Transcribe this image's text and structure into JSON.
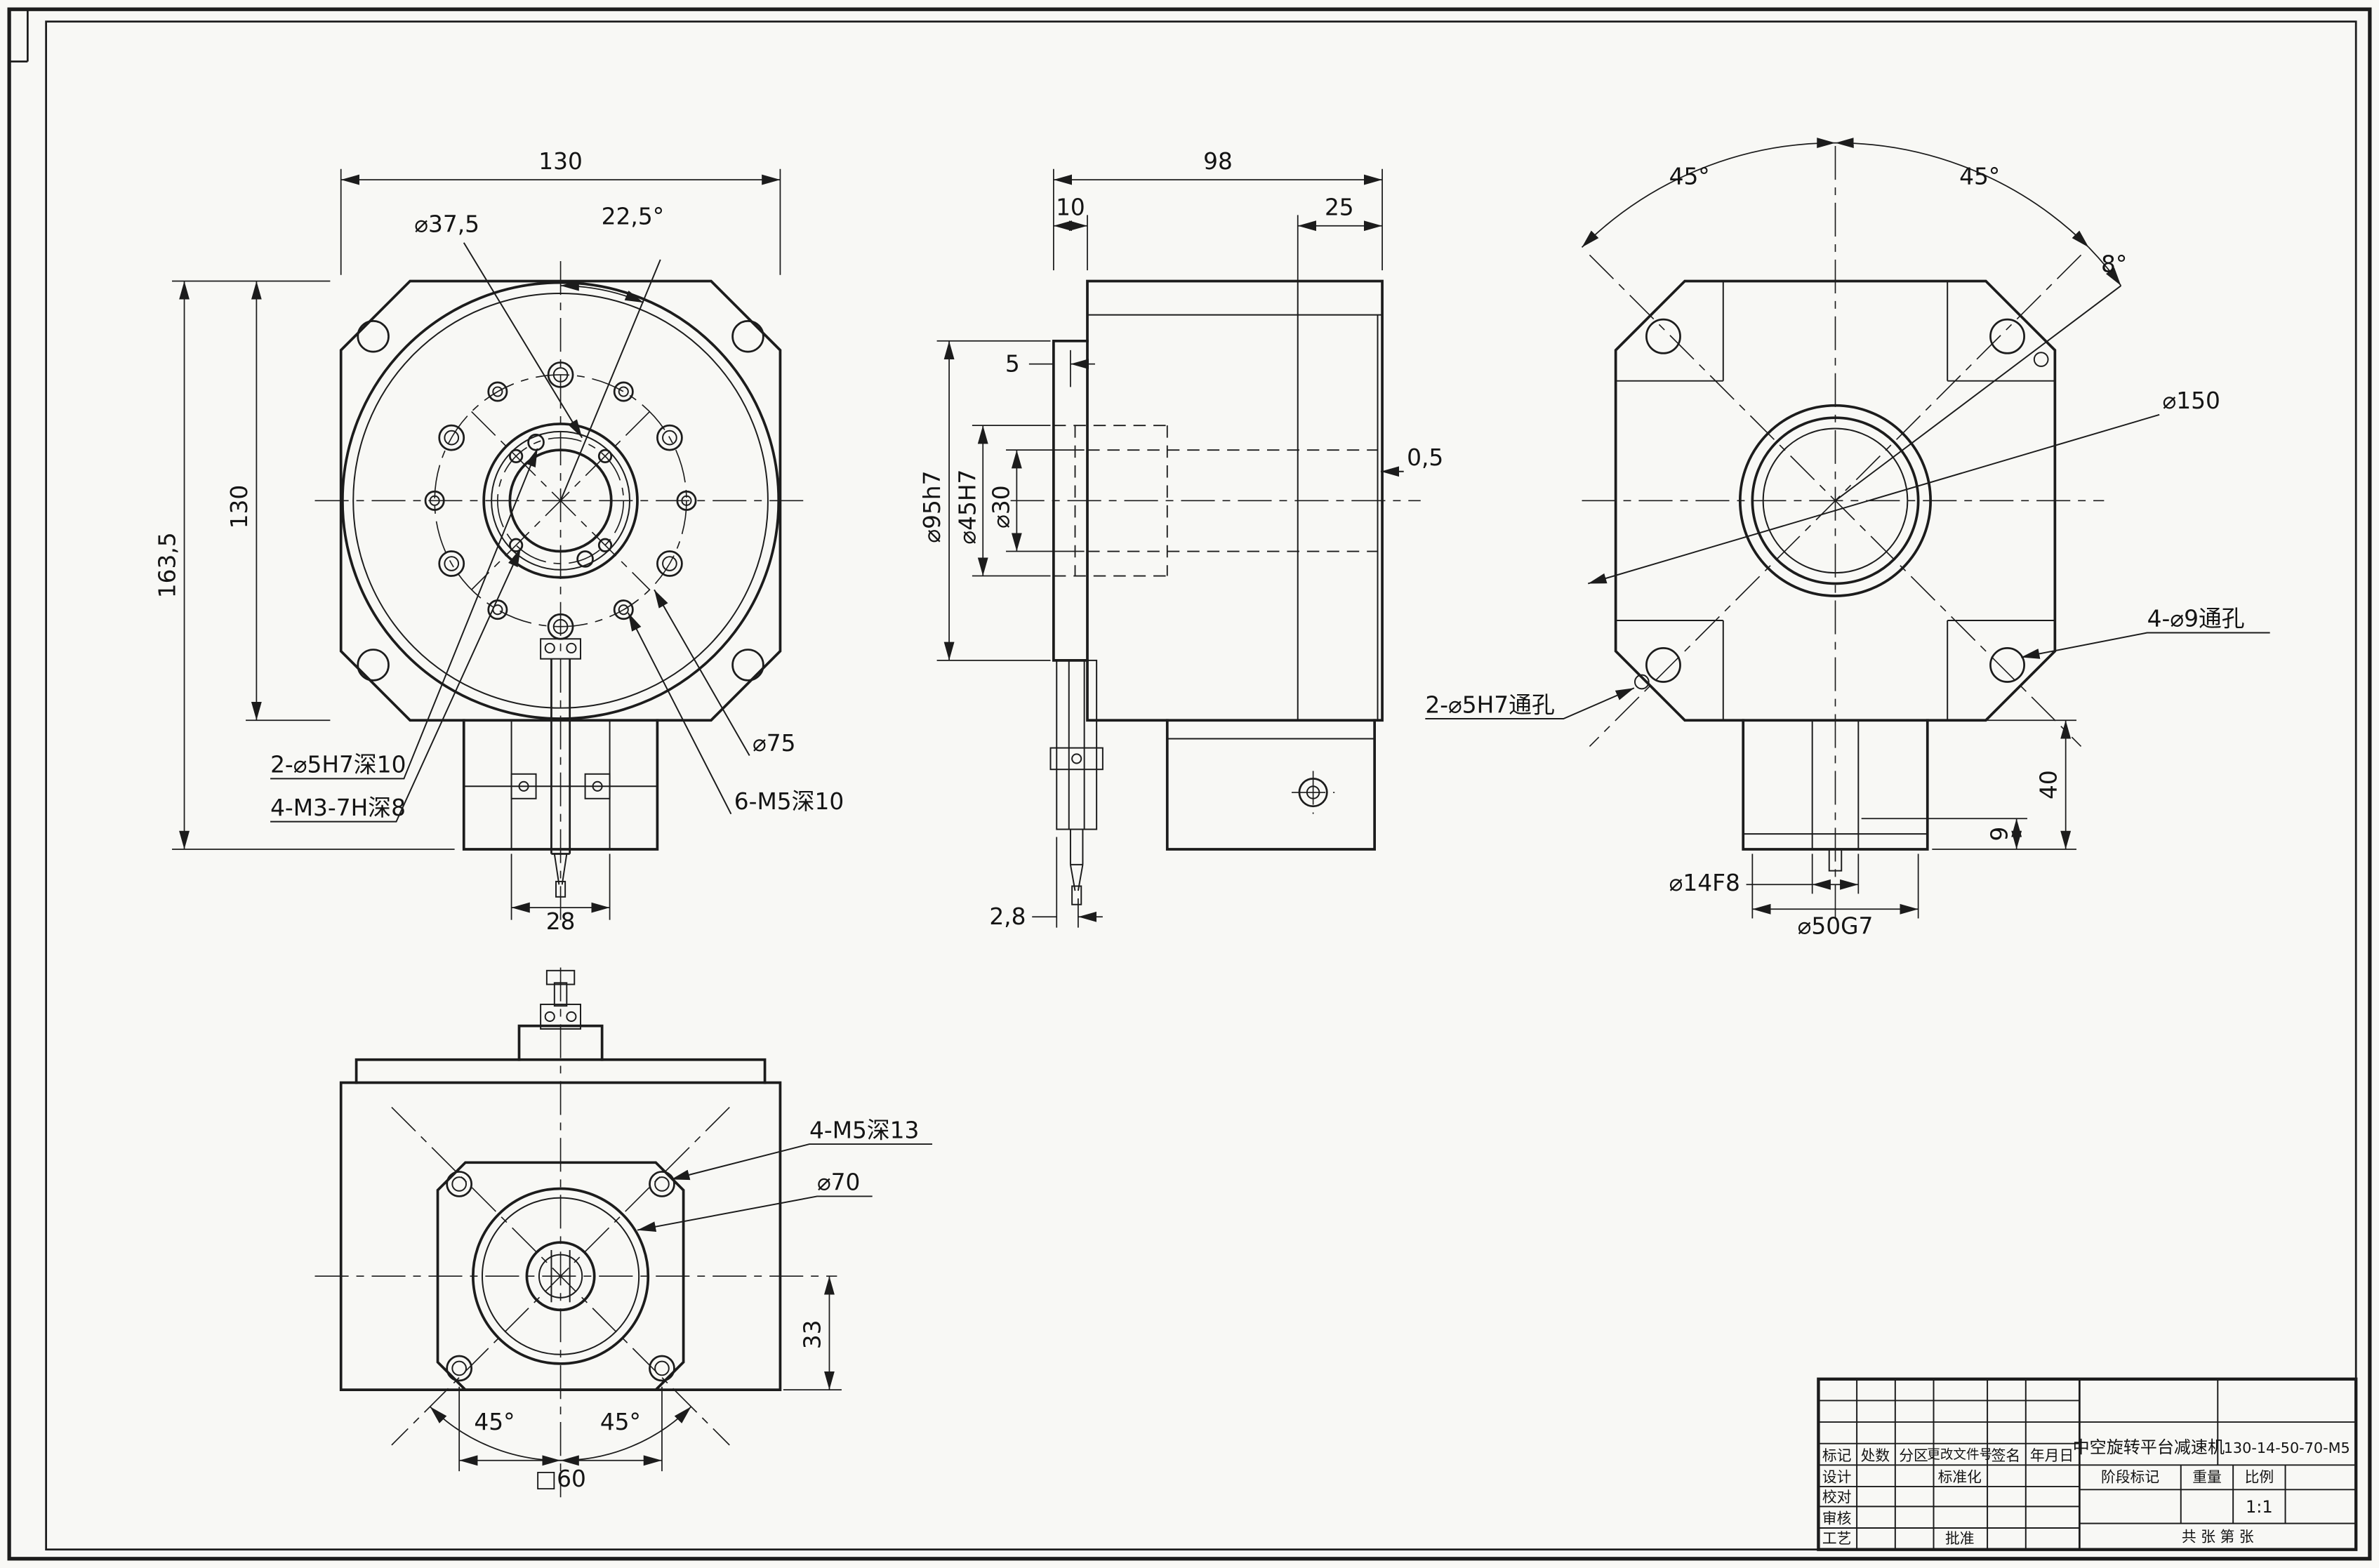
{
  "drawing": {
    "front_view": {
      "dim_width_top": "130",
      "dim_bolt_circle_small": "⌀37,5",
      "dim_angle": "22,5°",
      "dim_height_total": "163,5",
      "dim_height": "130",
      "note_pin_holes": "2-⌀5H7深10",
      "note_m3_holes": "4-M3-7H深8",
      "dim_bolt_circle_large": "⌀75",
      "note_m5_holes": "6-M5深10",
      "dim_tab_width": "28"
    },
    "side_view": {
      "dim_depth": "98",
      "dim_front_plate": "10",
      "dim_rear": "25",
      "dim_lip": "5",
      "dim_spigot": "⌀95h7",
      "dim_bore_mid": "⌀45H7",
      "dim_bore": "⌀30",
      "dim_step": "0,5",
      "dim_pin_offset": "2,8"
    },
    "back_view": {
      "dim_angle_left": "45°",
      "dim_angle_right": "45°",
      "dim_angle_small": "8°",
      "dim_flange_circle": "⌀150",
      "note_through_holes": "4-⌀9通孔",
      "note_pin_holes": "2-⌀5H7通孔",
      "dim_adapter_height": "40",
      "dim_shaft_step": "9",
      "dim_shaft_bore": "⌀14F8",
      "dim_spigot": "⌀50G7"
    },
    "bottom_view": {
      "note_m5_holes": "4-M5深13",
      "dim_circle": "⌀70",
      "dim_offset": "33",
      "dim_angle_left": "45°",
      "dim_angle_right": "45°",
      "dim_square": "□60"
    }
  },
  "title_block": {
    "product_name": "中空旋转平台减速机",
    "model": "130-14-50-70-M5",
    "col_mark": "标记",
    "col_count": "处数",
    "col_zone": "分区",
    "col_change_file": "更改文件号",
    "col_signature": "签名",
    "col_date": "年月日",
    "row_design": "设计",
    "row_check": "校对",
    "row_audit": "审核",
    "row_process": "工艺",
    "cell_standardization": "标准化",
    "cell_approve": "批准",
    "cell_stage_mark": "阶段标记",
    "cell_weight": "重量",
    "cell_scale": "比例",
    "scale_value": "1:1",
    "sheet_info": "共  张 第  张"
  }
}
